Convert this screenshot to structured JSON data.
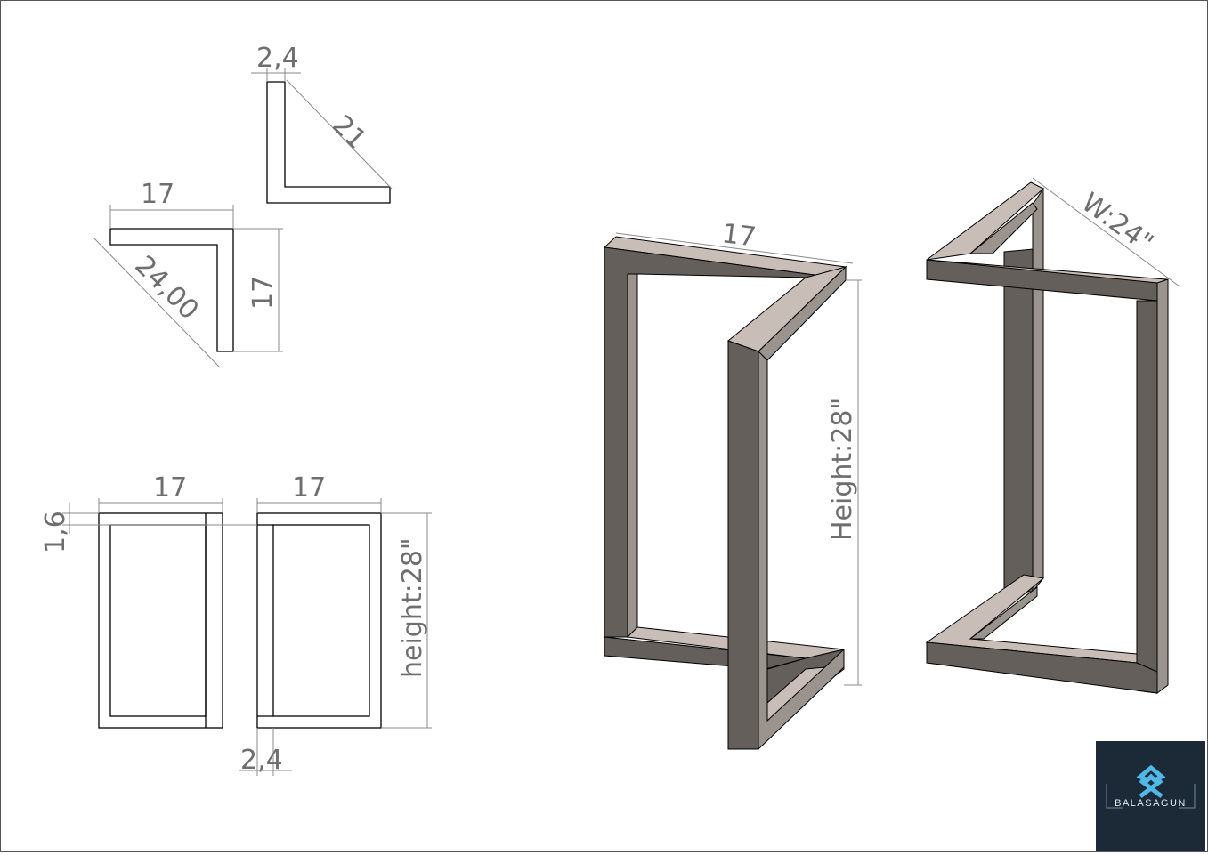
{
  "drawing": {
    "top_view_small": {
      "thickness": "2,4",
      "diagonal": "21"
    },
    "top_view_large": {
      "width": "17",
      "depth": "17",
      "diagonal": "24,00"
    },
    "front_views": {
      "left_width": "17",
      "right_width": "17",
      "wall": "1,6",
      "thickness": "2,4",
      "height": "height:28\""
    },
    "iso_left": {
      "width": "17",
      "height": "Height:28\""
    },
    "iso_right": {
      "width": "W:24\""
    }
  },
  "logo": {
    "text": "BALASAGUN"
  },
  "colors": {
    "face_dark": "#645f5a",
    "face_mid": "#9b938d",
    "face_light": "#c8beb7",
    "logo_bg": "#1c2a38",
    "logo_accent": "#4fb8e6"
  }
}
